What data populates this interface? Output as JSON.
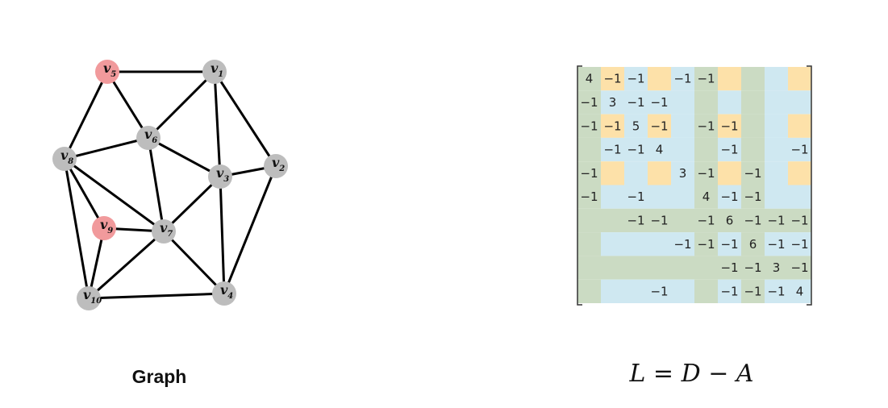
{
  "graph": {
    "caption": "Graph",
    "colors": {
      "highlighted": "#f19a9c",
      "normal": "#bdbdbd",
      "edge": "#000000"
    },
    "nodes": [
      {
        "id": "v1",
        "letter": "v",
        "sub": "1",
        "highlighted": false
      },
      {
        "id": "v2",
        "letter": "v",
        "sub": "2",
        "highlighted": false
      },
      {
        "id": "v3",
        "letter": "v",
        "sub": "3",
        "highlighted": false
      },
      {
        "id": "v4",
        "letter": "v",
        "sub": "4",
        "highlighted": false
      },
      {
        "id": "v5",
        "letter": "v",
        "sub": "5",
        "highlighted": true
      },
      {
        "id": "v6",
        "letter": "v",
        "sub": "6",
        "highlighted": false
      },
      {
        "id": "v7",
        "letter": "v",
        "sub": "7",
        "highlighted": false
      },
      {
        "id": "v8",
        "letter": "v",
        "sub": "8",
        "highlighted": false
      },
      {
        "id": "v9",
        "letter": "v",
        "sub": "9",
        "highlighted": true
      },
      {
        "id": "v10",
        "letter": "v",
        "sub": "10",
        "highlighted": false
      }
    ],
    "edges": [
      [
        "v5",
        "v1"
      ],
      [
        "v5",
        "v6"
      ],
      [
        "v5",
        "v8"
      ],
      [
        "v1",
        "v6"
      ],
      [
        "v1",
        "v3"
      ],
      [
        "v1",
        "v2"
      ],
      [
        "v6",
        "v8"
      ],
      [
        "v6",
        "v3"
      ],
      [
        "v6",
        "v7"
      ],
      [
        "v8",
        "v7"
      ],
      [
        "v8",
        "v9"
      ],
      [
        "v8",
        "v10"
      ],
      [
        "v3",
        "v2"
      ],
      [
        "v3",
        "v7"
      ],
      [
        "v3",
        "v4"
      ],
      [
        "v2",
        "v4"
      ],
      [
        "v9",
        "v7"
      ],
      [
        "v9",
        "v10"
      ],
      [
        "v7",
        "v10"
      ],
      [
        "v7",
        "v4"
      ],
      [
        "v10",
        "v4"
      ]
    ]
  },
  "matrix": {
    "colors": {
      "green": "#cbdbc3",
      "orange": "#fde1a9",
      "blue": "#cfe8f1",
      "white": "#ffffff"
    },
    "column_colors": [
      "green",
      "orange",
      "blue",
      "orange",
      "blue",
      "green",
      "orange",
      "green",
      "blue",
      "orange"
    ],
    "row_colors": [
      "orange",
      "blue",
      "orange",
      "blue",
      "orange",
      "blue",
      "green",
      "blue",
      "green",
      "blue"
    ],
    "rows": [
      [
        "4",
        "−1",
        "−1",
        "",
        "−1",
        "−1",
        "",
        "",
        "",
        ""
      ],
      [
        "−1",
        "3",
        "−1",
        "−1",
        "",
        "",
        "",
        "",
        "",
        ""
      ],
      [
        "−1",
        "−1",
        "5",
        "−1",
        "",
        "−1",
        "−1",
        "",
        "",
        ""
      ],
      [
        "",
        "−1",
        "−1",
        "4",
        "",
        "",
        "−1",
        "",
        "",
        "−1"
      ],
      [
        "−1",
        "",
        "",
        "",
        "3",
        "−1",
        "",
        "−1",
        "",
        ""
      ],
      [
        "−1",
        "",
        "−1",
        "",
        "",
        "4",
        "−1",
        "−1",
        "",
        ""
      ],
      [
        "",
        "",
        "−1",
        "−1",
        "",
        "−1",
        "6",
        "−1",
        "−1",
        "−1"
      ],
      [
        "",
        "",
        "",
        "",
        "−1",
        "−1",
        "−1",
        "6",
        "−1",
        "−1"
      ],
      [
        "",
        "",
        "",
        "",
        "",
        "",
        "−1",
        "−1",
        "3",
        "−1"
      ],
      [
        "",
        "",
        "",
        "−1",
        "",
        "",
        "−1",
        "−1",
        "−1",
        "4"
      ]
    ]
  },
  "formula": {
    "lhs": "L",
    "eq": "=",
    "d": "D",
    "minus": "−",
    "a": "A"
  }
}
